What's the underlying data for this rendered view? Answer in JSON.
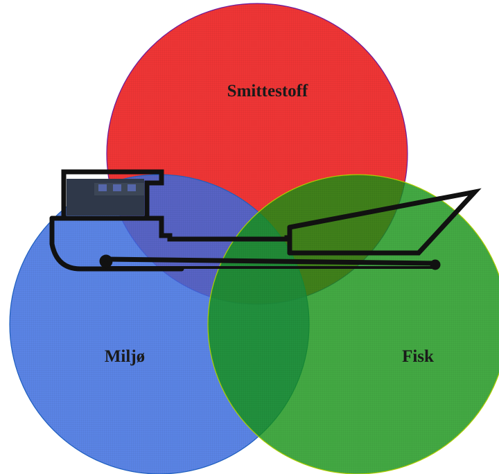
{
  "diagram": {
    "circles": [
      {
        "id": "smittestoff",
        "label": "Smittestoff",
        "color": "#ee2424"
      },
      {
        "id": "miljo",
        "label": "Miljø",
        "color": "#3a6ce0"
      },
      {
        "id": "fisk",
        "label": "Fisk",
        "color": "#149414"
      }
    ],
    "center_icon": "fishing-vessel-icon",
    "texture": "fine-grid-pattern"
  }
}
